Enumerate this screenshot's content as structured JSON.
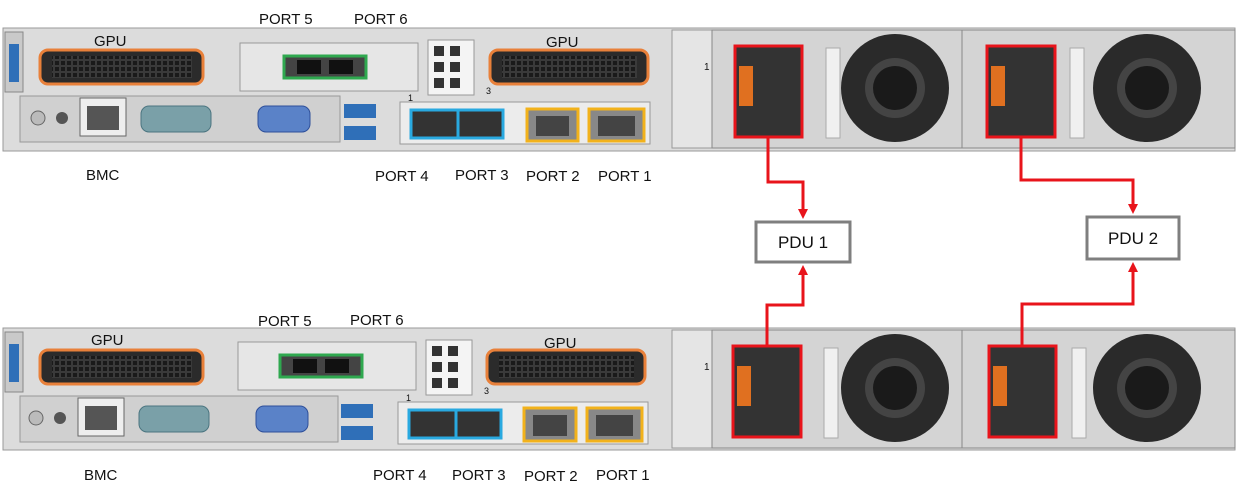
{
  "servers": [
    {
      "id": "server-1",
      "labels": {
        "gpu_left": "GPU",
        "gpu_right": "GPU",
        "port5": "PORT 5",
        "port6": "PORT 6",
        "bmc": "BMC",
        "port4": "PORT 4",
        "port3": "PORT 3",
        "port2": "PORT 2",
        "port1": "PORT 1",
        "slot_a": "1",
        "slot_b": "3",
        "psu_slot": "1"
      }
    },
    {
      "id": "server-2",
      "labels": {
        "gpu_left": "GPU",
        "gpu_right": "GPU",
        "port5": "PORT 5",
        "port6": "PORT 6",
        "bmc": "BMC",
        "port4": "PORT 4",
        "port3": "PORT 3",
        "port2": "PORT 2",
        "port1": "PORT 1",
        "slot_a": "1",
        "slot_b": "3",
        "psu_slot": "1"
      }
    }
  ],
  "pdus": [
    {
      "id": "pdu-1",
      "label": "PDU 1"
    },
    {
      "id": "pdu-2",
      "label": "PDU 2"
    }
  ],
  "colors": {
    "gpu_outline": "#e8803a",
    "port_green": "#2fa84f",
    "port_blue": "#29a9e0",
    "port_gold": "#f2b21b",
    "power_cable": "#e8141b",
    "pdu_border": "#7f7f7f",
    "chassis": "#d9d9d9"
  }
}
